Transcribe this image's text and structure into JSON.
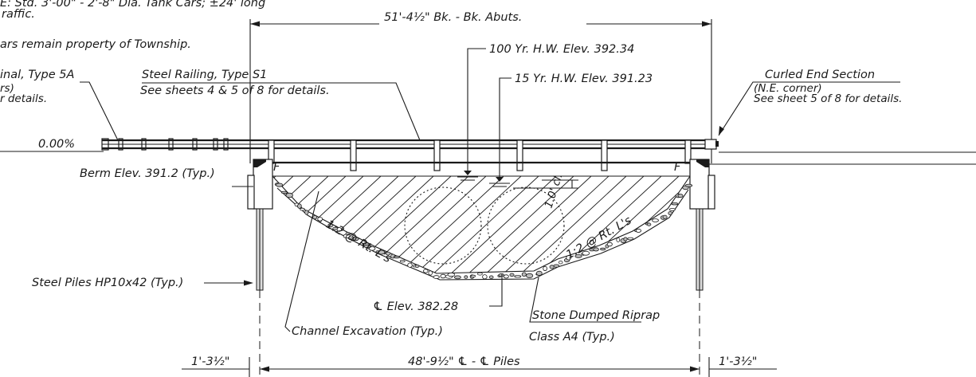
{
  "notes": {
    "note_line1": "E: Std. 3'-00\" - 2'-8\" Dia. Tank Cars; ±24' long",
    "note_line2": "raffic.",
    "note_property": "ars remain property of Township."
  },
  "labels": {
    "abut_dimension": "51'-4½\" Bk. - Bk. Abuts.",
    "hw100": "100 Yr. H.W. Elev. 392.34",
    "hw15": "15 Yr. H.W. Elev. 391.23",
    "terminal_line1": "inal, Type 5A",
    "terminal_line2": "rs)",
    "terminal_line3": "r details.",
    "railing_line1": "Steel Railing, Type S1",
    "railing_line2": "See sheets 4 & 5 of 8 for details.",
    "curled_line1": "Curled End Section",
    "curled_line2": "(N.E. corner)",
    "curled_line3": "See sheet 5 of 8 for details.",
    "grade": "0.00%",
    "berm": "Berm Elev. 391.2 (Typ.)",
    "piles": "Steel Piles HP10x42 (Typ.)",
    "slope_left": "1:2 @ Rt. L's",
    "slope_right": "1:2 @ Rt. L's",
    "clearance": "1.0' cl.",
    "centerline_elev": "℄ Elev. 382.28",
    "channel": "Channel Excavation (Typ.)",
    "riprap_line1": "Stone Dumped Riprap",
    "riprap_line2": "Class A4 (Typ.)",
    "pile_dimension": "48'-9½\" ℄ - ℄ Piles",
    "left_offset": "1'-3½\"",
    "right_offset": "1'-3½\"",
    "fill_mark_left": "F",
    "fill_mark_right": "F"
  }
}
